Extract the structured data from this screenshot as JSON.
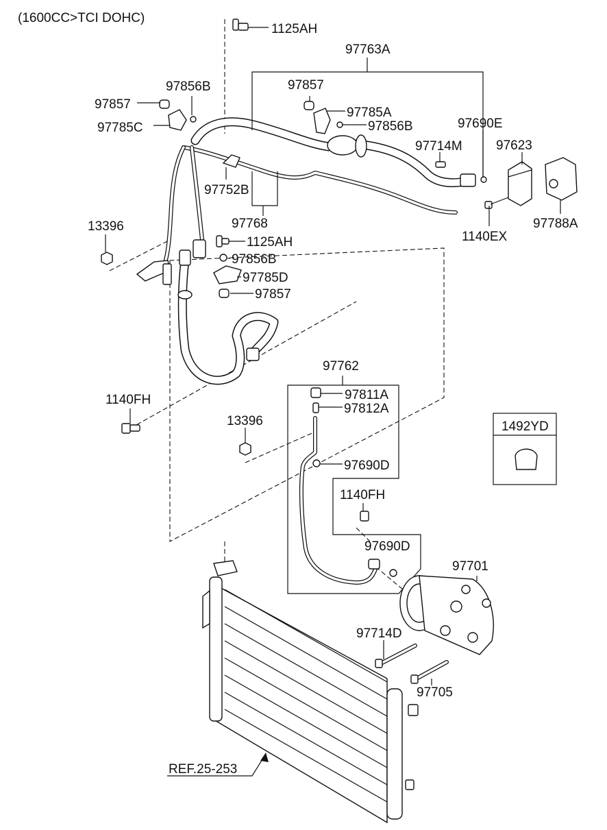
{
  "header": {
    "engine": "(1600CC>TCI DOHC)"
  },
  "labels": {
    "p_1125AH_top": "1125AH",
    "p_97763A": "97763A",
    "p_97856B_left": "97856B",
    "p_97857_left": "97857",
    "p_97785C": "97785C",
    "p_97857_mid": "97857",
    "p_97785A": "97785A",
    "p_97856B_mid": "97856B",
    "p_97690E": "97690E",
    "p_97714M": "97714M",
    "p_97623": "97623",
    "p_97752B": "97752B",
    "p_97768": "97768",
    "p_1140EX": "1140EX",
    "p_97788A": "97788A",
    "p_13396_top": "13396",
    "p_1125AH_mid": "1125AH",
    "p_97856B_low": "97856B",
    "p_97785D": "97785D",
    "p_97857_low": "97857",
    "p_97762": "97762",
    "p_97811A": "97811A",
    "p_97812A": "97812A",
    "p_1140FH_left": "1140FH",
    "p_13396_mid": "13396",
    "p_97690D_top": "97690D",
    "p_1140FH_mid": "1140FH",
    "p_97690D_low": "97690D",
    "p_97701": "97701",
    "p_97714D": "97714D",
    "p_97705": "97705",
    "p_1492YD": "1492YD",
    "ref": "REF.25-253"
  }
}
